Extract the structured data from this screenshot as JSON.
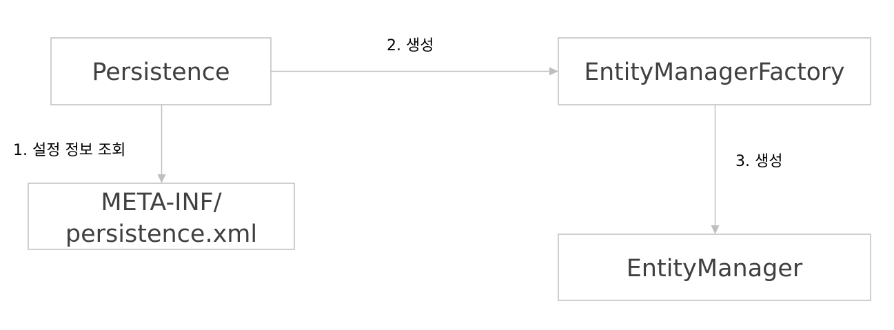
{
  "nodes": {
    "persistence": {
      "label": "Persistence"
    },
    "emf": {
      "label": "EntityManagerFactory"
    },
    "meta_inf": {
      "lines": [
        "META-INF/",
        "persistence.xml"
      ]
    },
    "em": {
      "label": "EntityManager"
    }
  },
  "edges": {
    "lookup": {
      "label": "1. 설정 정보 조회"
    },
    "create_emf": {
      "label": "2. 생성"
    },
    "create_em": {
      "label": "3. 생성"
    }
  },
  "colors": {
    "box_border": "#bfbfbf",
    "arrow": "#bfbfbf",
    "box_text": "#404040",
    "label_text": "#000000"
  }
}
